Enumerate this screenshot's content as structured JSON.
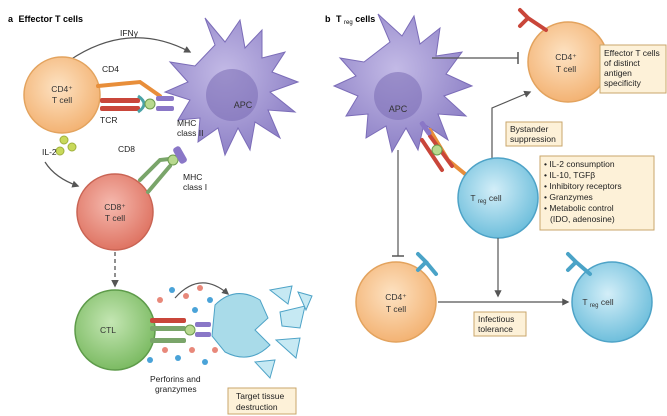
{
  "panel_a": {
    "letter": "a",
    "title": "Effector T cells",
    "ifng": "IFNγ",
    "cd4_cell": [
      "CD4⁺",
      "T cell"
    ],
    "cd4_label": "CD4",
    "tcr_label": "TCR",
    "apc_label": "APC",
    "mhc2": [
      "MHC",
      "class II"
    ],
    "il2": "IL-2",
    "cd8_label": "CD8",
    "mhc1": [
      "MHC",
      "class I"
    ],
    "cd8_cell": [
      "CD8⁺",
      "T cell"
    ],
    "ctl_label": "CTL",
    "perforins": [
      "Perforins and",
      "granzymes"
    ],
    "target_box": [
      "Target tissue",
      "destruction"
    ]
  },
  "panel_b": {
    "letter": "b",
    "title_main": "T",
    "title_sub": "reg",
    "title_rest": " cells",
    "apc_label": "APC",
    "effector_cell": [
      "CD4⁺",
      "T cell"
    ],
    "effector_box": [
      "Effector T cells",
      "of distinct",
      "antigen",
      "specificity"
    ],
    "bystander_box": [
      "Bystander",
      "suppression"
    ],
    "treg_main": "T",
    "treg_sub": "reg",
    "treg_rest": " cell",
    "mechanisms": [
      "IL-2 consumption",
      "IL-10, TGFβ",
      "Inhibitory receptors",
      "Granzymes",
      "Metabolic control",
      "(IDO, adenosine)"
    ],
    "bottom_cd4": [
      "CD4⁺",
      "T cell"
    ],
    "infectious_box": [
      "Infectious",
      "tolerance"
    ],
    "bottom_treg_main": "T",
    "bottom_treg_sub": "reg",
    "bottom_treg_rest": " cell"
  },
  "colors": {
    "cd4_fill": "#f7c28e",
    "cd4_stroke": "#e3a35e",
    "cd8_fill": "#e8887a",
    "cd8_stroke": "#c96454",
    "ctl_fill": "#93c97d",
    "ctl_stroke": "#5e9b4a",
    "apc_fill": "#9a8fcb",
    "apc_nucleus": "#7465b0",
    "treg_fill": "#8fcde6",
    "treg_stroke": "#4ea3c7",
    "target_fill": "#a9dbe9",
    "box_fill": "#fdf1d8",
    "box_stroke": "#c9a66b",
    "tcr_red": "#c9463a",
    "tcr_teal": "#4aa3a6",
    "mhc_purple": "#8a77c7",
    "cd8_green": "#7aa56a"
  }
}
